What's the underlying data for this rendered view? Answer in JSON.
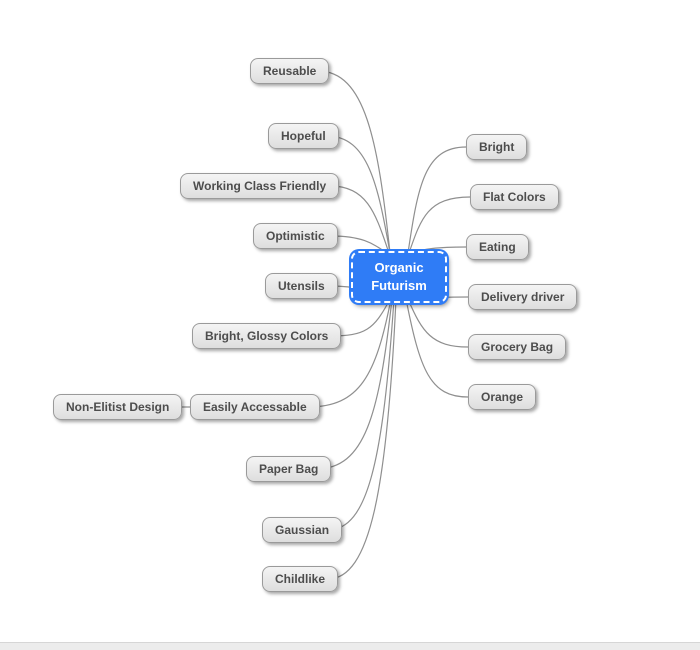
{
  "app": {
    "background": "#ffffff"
  },
  "mindmap": {
    "root": {
      "label": "Organic Futurism"
    },
    "nodes": {
      "reusable": {
        "label": "Reusable"
      },
      "hopeful": {
        "label": "Hopeful"
      },
      "working_class_friendly": {
        "label": "Working Class Friendly"
      },
      "optimistic": {
        "label": "Optimistic"
      },
      "utensils": {
        "label": "Utensils"
      },
      "bright_glossy_colors": {
        "label": "Bright, Glossy Colors"
      },
      "easily_accessable": {
        "label": "Easily Accessable"
      },
      "non_elitist_design": {
        "label": "Non-Elitist Design"
      },
      "paper_bag": {
        "label": "Paper Bag"
      },
      "gaussian": {
        "label": "Gaussian"
      },
      "childlike": {
        "label": "Childlike"
      },
      "bright": {
        "label": "Bright"
      },
      "flat_colors": {
        "label": "Flat Colors"
      },
      "eating": {
        "label": "Eating"
      },
      "delivery_driver": {
        "label": "Delivery driver"
      },
      "grocery_bag": {
        "label": "Grocery Bag"
      },
      "orange": {
        "label": "Orange"
      }
    },
    "connections": [
      {
        "from": "Organic Futurism",
        "to": "Reusable"
      },
      {
        "from": "Organic Futurism",
        "to": "Hopeful"
      },
      {
        "from": "Organic Futurism",
        "to": "Working Class Friendly"
      },
      {
        "from": "Organic Futurism",
        "to": "Optimistic"
      },
      {
        "from": "Organic Futurism",
        "to": "Utensils"
      },
      {
        "from": "Organic Futurism",
        "to": "Bright, Glossy Colors"
      },
      {
        "from": "Organic Futurism",
        "to": "Easily Accessable"
      },
      {
        "from": "Easily Accessable",
        "to": "Non-Elitist Design"
      },
      {
        "from": "Organic Futurism",
        "to": "Paper Bag"
      },
      {
        "from": "Organic Futurism",
        "to": "Gaussian"
      },
      {
        "from": "Organic Futurism",
        "to": "Childlike"
      },
      {
        "from": "Organic Futurism",
        "to": "Bright"
      },
      {
        "from": "Organic Futurism",
        "to": "Flat Colors"
      },
      {
        "from": "Organic Futurism",
        "to": "Eating"
      },
      {
        "from": "Organic Futurism",
        "to": "Delivery driver"
      },
      {
        "from": "Organic Futurism",
        "to": "Grocery Bag"
      },
      {
        "from": "Organic Futurism",
        "to": "Orange"
      }
    ],
    "colors": {
      "root_fill": "#2f7cf6",
      "root_border": "#ffffff",
      "root_text": "#ffffff",
      "node_fill": "#e7e7e7",
      "node_border": "#9a9a9a",
      "node_text": "#4d4d4d",
      "edge": "#8f8f8f"
    }
  }
}
